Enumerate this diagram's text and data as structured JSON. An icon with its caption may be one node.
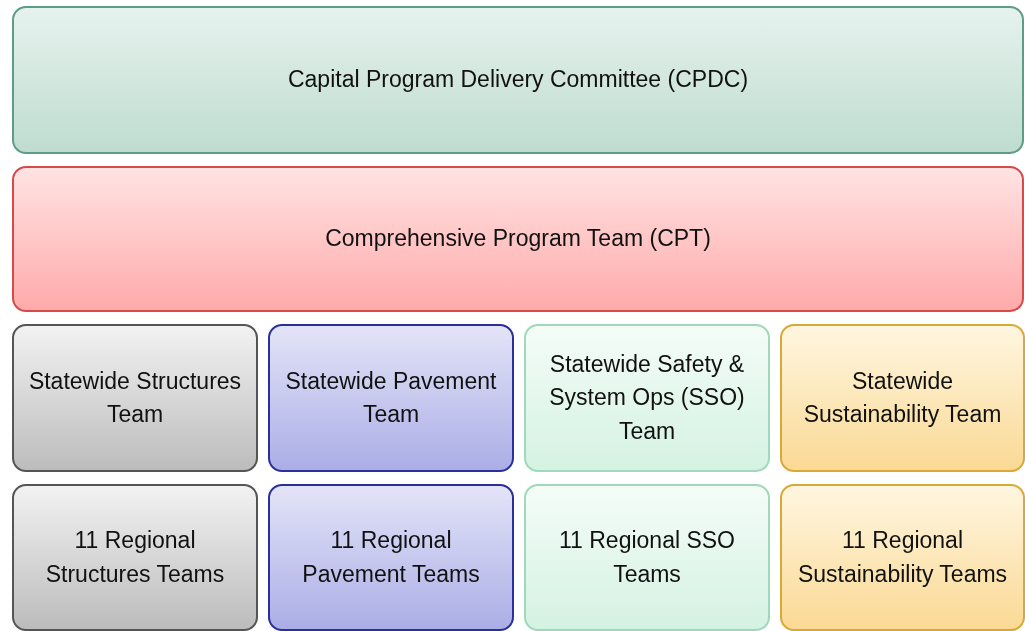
{
  "diagram": {
    "nodes": [
      {
        "text": [
          "Capital Program Delivery Committee (CPDC)"
        ]
      },
      {
        "text": [
          "Comprehensive Program Team (CPT)"
        ]
      },
      {
        "text": [
          "Statewide Structures Team"
        ]
      },
      {
        "text": [
          "Statewide Pavement Team"
        ]
      },
      {
        "text": [
          "Statewide Safety & System Ops (SSO) Team"
        ]
      },
      {
        "text": [
          "Statewide Sustainability Team"
        ]
      },
      {
        "text": [
          "11 Regional Structures Teams"
        ]
      },
      {
        "text": [
          "11 Regional Pavement Teams"
        ]
      },
      {
        "text": [
          "11 Regional SSO Teams"
        ]
      },
      {
        "text": [
          "11 Regional Sustainability Teams"
        ]
      }
    ]
  }
}
